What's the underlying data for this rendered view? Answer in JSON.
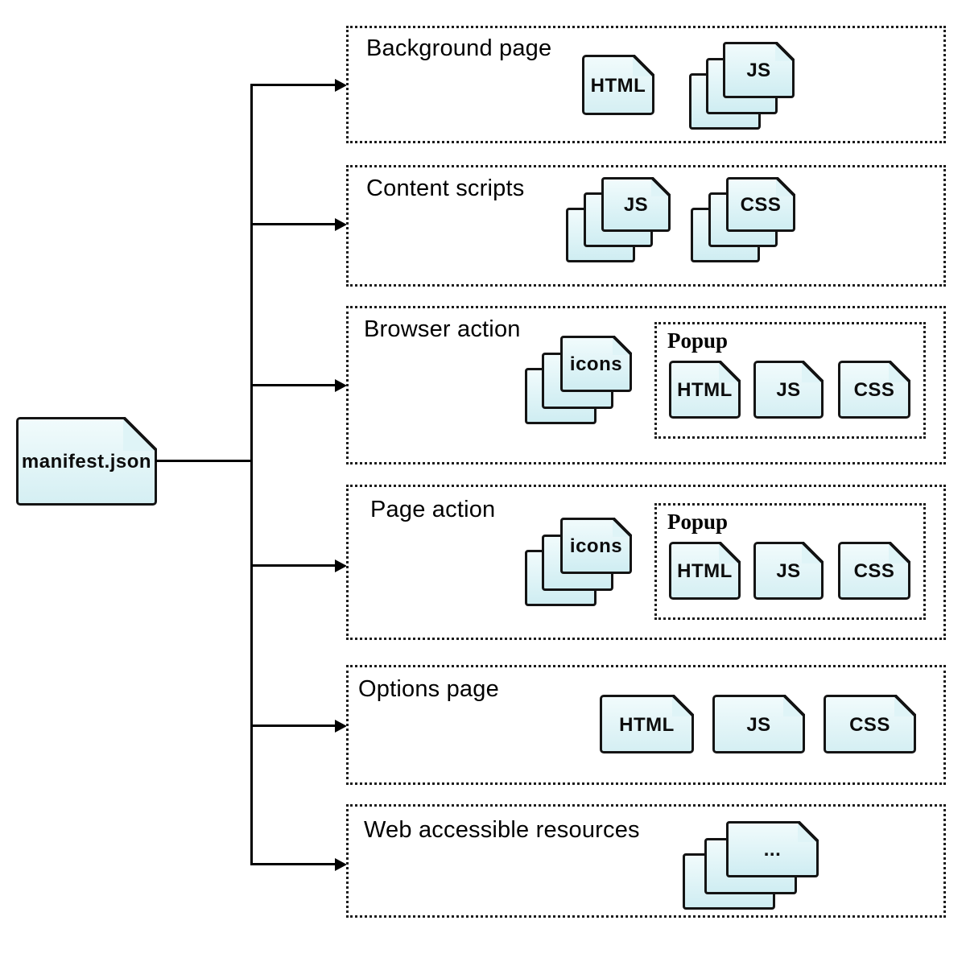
{
  "root_file": {
    "label": "manifest.json"
  },
  "sections": [
    {
      "title": "Background page",
      "files": [
        {
          "label": "HTML"
        }
      ],
      "stacks": [
        {
          "label": "JS"
        }
      ]
    },
    {
      "title": "Content scripts",
      "stacks": [
        {
          "label": "JS"
        },
        {
          "label": "CSS"
        }
      ]
    },
    {
      "title": "Browser action",
      "stacks": [
        {
          "label": "icons"
        }
      ],
      "popup": {
        "title": "Popup",
        "files": [
          {
            "label": "HTML"
          },
          {
            "label": "JS"
          },
          {
            "label": "CSS"
          }
        ]
      }
    },
    {
      "title": "Page action",
      "stacks": [
        {
          "label": "icons"
        }
      ],
      "popup": {
        "title": "Popup",
        "files": [
          {
            "label": "HTML"
          },
          {
            "label": "JS"
          },
          {
            "label": "CSS"
          }
        ]
      }
    },
    {
      "title": "Options page",
      "files": [
        {
          "label": "HTML"
        },
        {
          "label": "JS"
        },
        {
          "label": "CSS"
        }
      ]
    },
    {
      "title": "Web accessible resources",
      "stacks": [
        {
          "label": "..."
        }
      ]
    }
  ],
  "colors": {
    "file_fill_top": "#f1fbfc",
    "file_fill_bottom": "#d5eff3",
    "outline": "#141414",
    "connector": "#000000"
  }
}
